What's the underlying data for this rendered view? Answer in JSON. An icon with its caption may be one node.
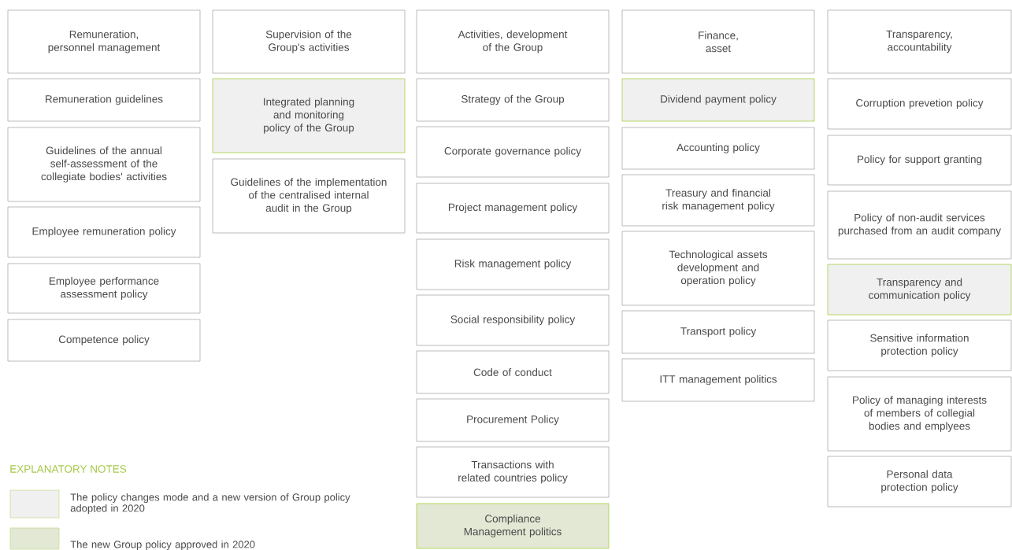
{
  "diagram": {
    "nodes": [
      {
        "text": [
          "Remuneration, personnel management"
        ]
      },
      {
        "text": [
          "Remuneration guidelines"
        ]
      },
      {
        "text": [
          "Guidelines of the annual self-assessment of the collegiate bodies' activities"
        ]
      },
      {
        "text": [
          "Employee remuneration policy"
        ]
      },
      {
        "text": [
          "Employee performance assessment policy"
        ]
      },
      {
        "text": [
          "Competence policy"
        ]
      },
      {
        "text": [
          "Supervision of the Group's activities"
        ]
      },
      {
        "text": [
          "Integrated planning and monitoring policy of the Group"
        ]
      },
      {
        "text": [
          "Guidelines of the implementation of the centralised internal audit in the Group"
        ]
      },
      {
        "text": [
          "Activities, development of the Group"
        ]
      },
      {
        "text": [
          "Strategy of the Group"
        ]
      },
      {
        "text": [
          "Corporate governance policy"
        ]
      },
      {
        "text": [
          "Project management policy"
        ]
      },
      {
        "text": [
          "Risk management policy"
        ]
      },
      {
        "text": [
          "Social responsibility policy"
        ]
      },
      {
        "text": [
          "Code of conduct"
        ]
      },
      {
        "text": [
          "Procurement Policy"
        ]
      },
      {
        "text": [
          "Transactions with related countries policy"
        ]
      },
      {
        "text": [
          "Compliance Management politics"
        ]
      },
      {
        "text": [
          "Finance, asset"
        ]
      },
      {
        "text": [
          "Dividend payment policy"
        ]
      },
      {
        "text": [
          "Accounting policy"
        ]
      },
      {
        "text": [
          "Treasury and financial risk management policy"
        ]
      },
      {
        "text": [
          "Technological assets development and operation policy"
        ]
      },
      {
        "text": [
          "Transport policy"
        ]
      },
      {
        "text": [
          "ITT management politics"
        ]
      },
      {
        "text": [
          "Transparency, accountability"
        ]
      },
      {
        "text": [
          "Corruption prevetion policy"
        ]
      },
      {
        "text": [
          "Policy for support granting"
        ]
      },
      {
        "text": [
          "Policy of non-audit services purchased from an audit company"
        ]
      },
      {
        "text": [
          "Transparency and communication policy"
        ]
      },
      {
        "text": [
          "Sensitive information protection policy"
        ]
      },
      {
        "text": [
          "Policy of managing interests of members of collegial bodies and emplyees"
        ]
      },
      {
        "text": [
          "Personal data protection policy"
        ]
      }
    ],
    "labels": [
      "EXPLANATORY NOTES"
    ],
    "legend": [
      {
        "text": "The policy changes mode and a new version of Group policy adopted in 2020",
        "color": "#f0f0f0"
      },
      {
        "text": "The new Group policy approved in 2020",
        "color": "#e2e8d4"
      }
    ]
  }
}
